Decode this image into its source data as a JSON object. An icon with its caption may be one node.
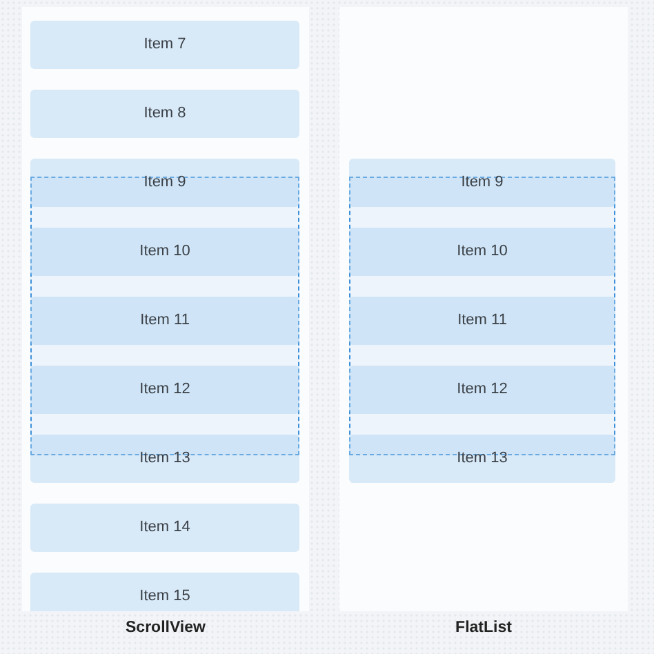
{
  "diagram": {
    "nodes": [
      {
        "text": [
          "ScrollView"
        ]
      },
      {
        "text": [
          "Item 7"
        ],
        "in": 0
      },
      {
        "text": [
          "Item 8"
        ],
        "in": 0
      },
      {
        "text": [
          "Item 9"
        ],
        "in": 0
      },
      {
        "text": [
          "Item 10"
        ],
        "in": 0
      },
      {
        "text": [
          "Item 11"
        ],
        "in": 0
      },
      {
        "text": [
          "Item 12"
        ],
        "in": 0
      },
      {
        "text": [
          "Item 13"
        ],
        "in": 0
      },
      {
        "text": [
          "Item 14"
        ],
        "in": 0
      },
      {
        "text": [
          "Item 15"
        ],
        "in": 0
      },
      {
        "text": [
          "FlatList"
        ]
      },
      {
        "text": [
          "Item 9"
        ],
        "in": 10
      },
      {
        "text": [
          "Item 10"
        ],
        "in": 10
      },
      {
        "text": [
          "Item 11"
        ],
        "in": 10
      },
      {
        "text": [
          "Item 12"
        ],
        "in": 10
      },
      {
        "text": [
          "Item 13"
        ],
        "in": 10
      }
    ],
    "edges": []
  }
}
